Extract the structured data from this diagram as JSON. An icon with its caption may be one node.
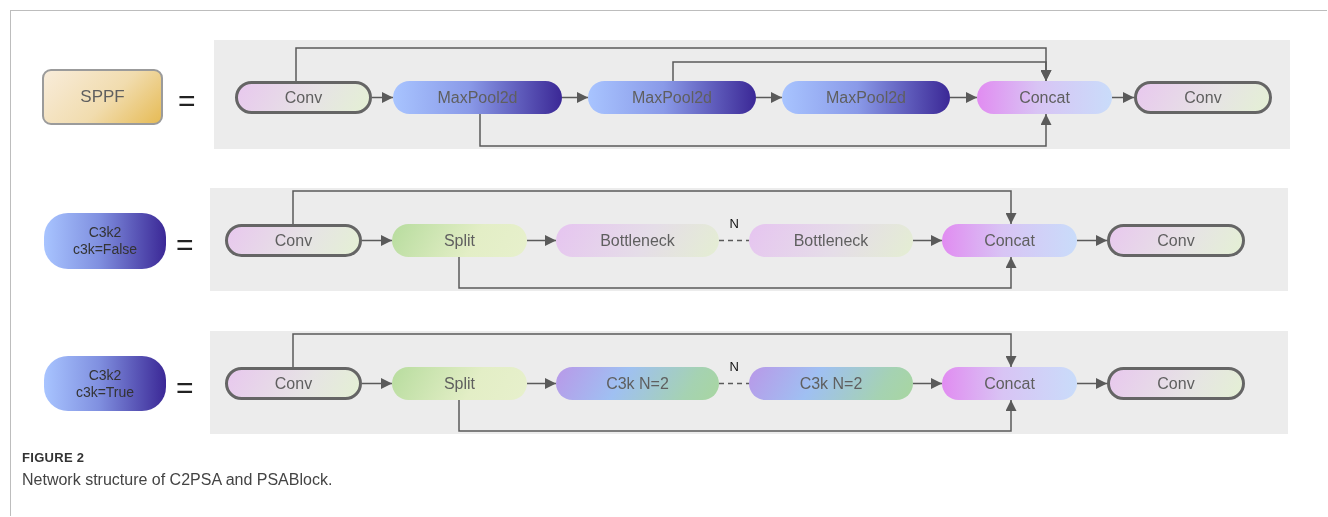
{
  "diagram": {
    "caption": "Network structure of C2PSA and PSABlock.",
    "nodes": [
      {
        "text": [
          "SPPF"
        ]
      },
      {
        "text": [],
        "shape": "box"
      },
      {
        "text": [
          "Conv"
        ],
        "in": 1
      },
      {
        "text": [
          "MaxPool2d"
        ],
        "in": 1
      },
      {
        "text": [
          "MaxPool2d"
        ],
        "in": 1
      },
      {
        "text": [
          "MaxPool2d"
        ],
        "in": 1
      },
      {
        "text": [
          "Concat"
        ],
        "in": 1
      },
      {
        "text": [
          "Conv"
        ],
        "in": 1
      },
      {
        "text": [
          "C3k2 c3k=False"
        ]
      },
      {
        "text": [],
        "shape": "box"
      },
      {
        "text": [
          "Conv"
        ],
        "in": 9
      },
      {
        "text": [
          "Split"
        ],
        "in": 9
      },
      {
        "text": [
          "Bottleneck"
        ],
        "in": 9
      },
      {
        "text": [
          "Bottleneck"
        ],
        "in": 9
      },
      {
        "text": [
          "Concat"
        ],
        "in": 9
      },
      {
        "text": [
          "Conv"
        ],
        "in": 9
      },
      {
        "text": [
          "C3k2 c3k=True"
        ]
      },
      {
        "text": [],
        "shape": "box"
      },
      {
        "text": [
          "Conv"
        ],
        "in": 17
      },
      {
        "text": [
          "Split"
        ],
        "in": 17
      },
      {
        "text": [
          "C3k N=2"
        ],
        "in": 17
      },
      {
        "text": [
          "C3k N=2"
        ],
        "in": 17
      },
      {
        "text": [
          "Concat"
        ],
        "in": 17
      },
      {
        "text": [
          "Conv"
        ],
        "in": 17
      }
    ],
    "edges": [
      {
        "from": 2,
        "to": 3,
        "arrow": "to"
      },
      {
        "from": 3,
        "to": 4,
        "arrow": "to"
      },
      {
        "from": 4,
        "to": 5,
        "arrow": "to"
      },
      {
        "from": 5,
        "to": 6,
        "arrow": "to"
      },
      {
        "from": 6,
        "to": 7,
        "arrow": "to"
      },
      {
        "from": 2,
        "to": 6,
        "arrow": "to"
      },
      {
        "from": 4,
        "to": 6,
        "arrow": "to"
      },
      {
        "from": 3,
        "to": 6,
        "arrow": "to"
      },
      {
        "from": 10,
        "to": 11,
        "arrow": "to"
      },
      {
        "from": 11,
        "to": 12,
        "arrow": "to"
      },
      {
        "from": 12,
        "to": 13,
        "arrow": "none",
        "style": "dashed",
        "label": "N"
      },
      {
        "from": 13,
        "to": 14,
        "arrow": "to"
      },
      {
        "from": 14,
        "to": 15,
        "arrow": "to"
      },
      {
        "from": 10,
        "to": 14,
        "arrow": "to"
      },
      {
        "from": 11,
        "to": 14,
        "arrow": "to"
      },
      {
        "from": 18,
        "to": 19,
        "arrow": "to"
      },
      {
        "from": 19,
        "to": 20,
        "arrow": "to"
      },
      {
        "from": 20,
        "to": 21,
        "arrow": "none",
        "style": "dashed",
        "label": "N"
      },
      {
        "from": 21,
        "to": 22,
        "arrow": "to"
      },
      {
        "from": 22,
        "to": 23,
        "arrow": "to"
      },
      {
        "from": 18,
        "to": 22,
        "arrow": "to"
      },
      {
        "from": 19,
        "to": 22,
        "arrow": "to"
      }
    ],
    "labels": [
      "=",
      "=",
      "=",
      "FIGURE 2"
    ]
  }
}
